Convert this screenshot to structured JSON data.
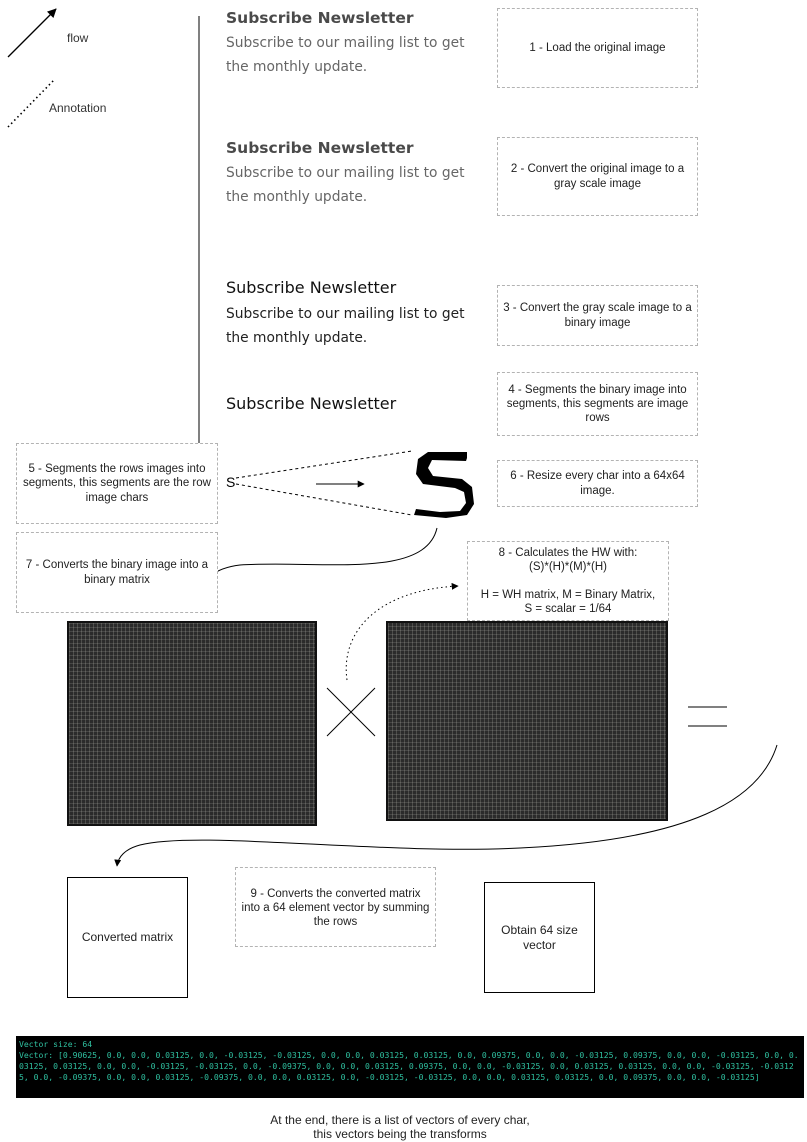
{
  "legend": {
    "flow_label": "flow",
    "annotation_label": "Annotation"
  },
  "newsletters": [
    {
      "title": "Subscribe Newsletter",
      "description": "Subscribe to our mailing list to get the monthly update."
    },
    {
      "title": "Subscribe Newsletter",
      "description": "Subscribe to our mailing list to get the monthly update."
    },
    {
      "title": "Subscribe Newsletter",
      "description": "Subscribe to our mailing list to get the monthly update."
    },
    {
      "title": "Subscribe Newsletter"
    }
  ],
  "steps": {
    "s1": "1 - Load the original image",
    "s2": "2 - Convert the original image to a gray scale image",
    "s3": "3 - Convert the gray scale image to a binary image",
    "s4": "4 - Segments the binary image into segments, this segments are image rows",
    "s5": "5 - Segments the rows images into segments, this segments are the row image chars",
    "s6": "6 - Resize every char into a 64x64 image.",
    "s7": "7 - Converts the binary image into a binary matrix",
    "s8_line1": "8 - Calculates the HW with:",
    "s8_line2": "(S)*(H)*(M)*(H)",
    "s8_line3": "H = WH matrix, M = Binary Matrix,",
    "s8_line4": "S = scalar = 1/64",
    "s9": "9 - Converts the converted matrix into a 64 element vector by summing the rows"
  },
  "char_small": "S",
  "boxes": {
    "converted": "Converted matrix",
    "obtain": "Obtain 64 size vector"
  },
  "console": {
    "line1": "Vector size: 64",
    "line2": "Vector: [0.90625, 0.0, 0.0, 0.03125, 0.0, -0.03125, -0.03125, 0.0, 0.0, 0.03125, 0.03125, 0.0, 0.09375, 0.0, 0.0, -0.03125, 0.09375, 0.0, 0.0, -0.03125, 0.0, 0.03125, 0.03125, 0.0, 0.0, -0.03125, -0.03125, 0.0, -0.09375, 0.0, 0.0, 0.03125, 0.09375, 0.0, 0.0, -0.03125, 0.0, 0.03125, 0.03125, 0.0, 0.0, -0.03125, -0.03125, 0.0, -0.09375, 0.0, 0.0, 0.03125, -0.09375, 0.0, 0.0, 0.03125, 0.0, -0.03125, -0.03125, 0.0, 0.0, 0.03125, 0.03125, 0.0, 0.09375, 0.0, 0.0, -0.03125]"
  },
  "footer": {
    "line1": "At the end, there is a list of vectors of every char,",
    "line2": "this vectors being the transforms"
  },
  "colors": {
    "dashed_border": "#b3b3b3",
    "console_text": "#2fc0a0",
    "matrix_path": "#2f35c8"
  }
}
